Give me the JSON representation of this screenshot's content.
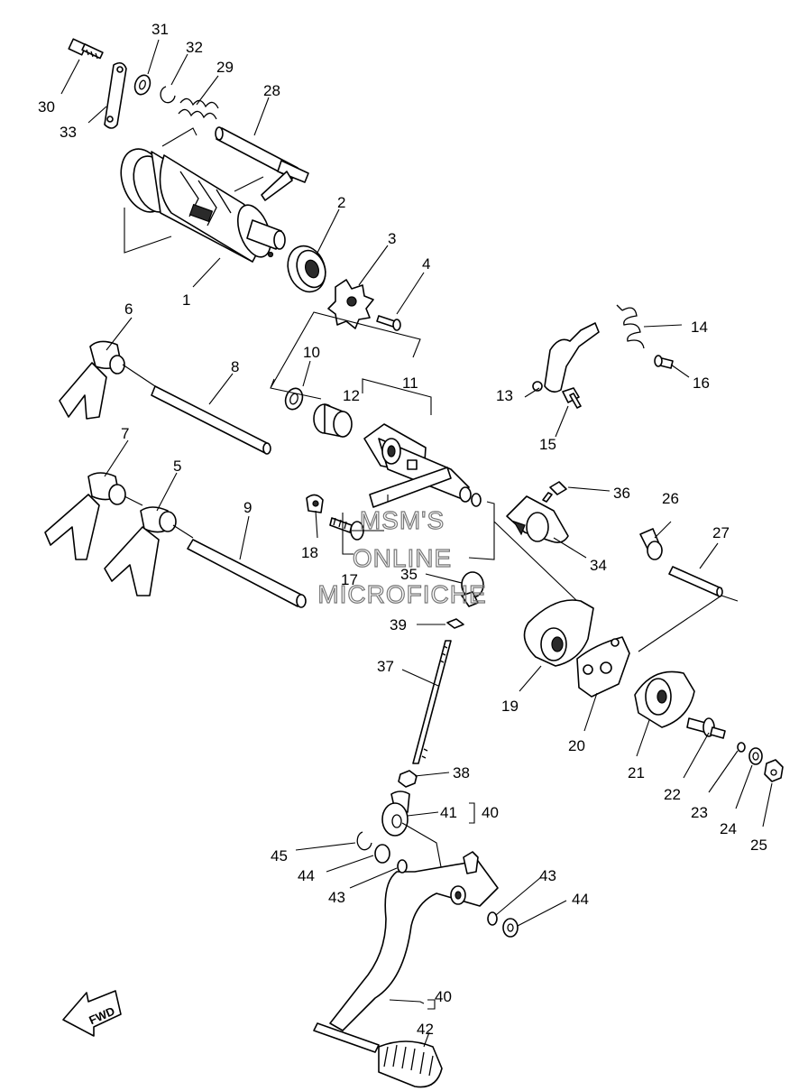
{
  "watermark": {
    "line1": "MSM'S",
    "line2": "ONLINE",
    "line3": "MICROFICHE"
  },
  "direction_label": "FWD",
  "callouts": {
    "c1": "1",
    "c2": "2",
    "c3": "3",
    "c4": "4",
    "c5": "5",
    "c6": "6",
    "c7": "7",
    "c8": "8",
    "c9": "9",
    "c10": "10",
    "c11": "11",
    "c12": "12",
    "c13": "13",
    "c14": "14",
    "c15": "15",
    "c16": "16",
    "c17": "17",
    "c18": "18",
    "c19": "19",
    "c20": "20",
    "c21": "21",
    "c22": "22",
    "c23": "23",
    "c24": "24",
    "c25": "25",
    "c26": "26",
    "c27": "27",
    "c28": "28",
    "c29": "29",
    "c30": "30",
    "c31": "31",
    "c32": "32",
    "c33": "33",
    "c34": "34",
    "c35": "35",
    "c36": "36",
    "c37": "37",
    "c38": "38",
    "c39": "39",
    "c40a": "40",
    "c40b": "40",
    "c41": "41",
    "c42": "42",
    "c43a": "43",
    "c43b": "43",
    "c44a": "44",
    "c44b": "44",
    "c45": "45"
  }
}
